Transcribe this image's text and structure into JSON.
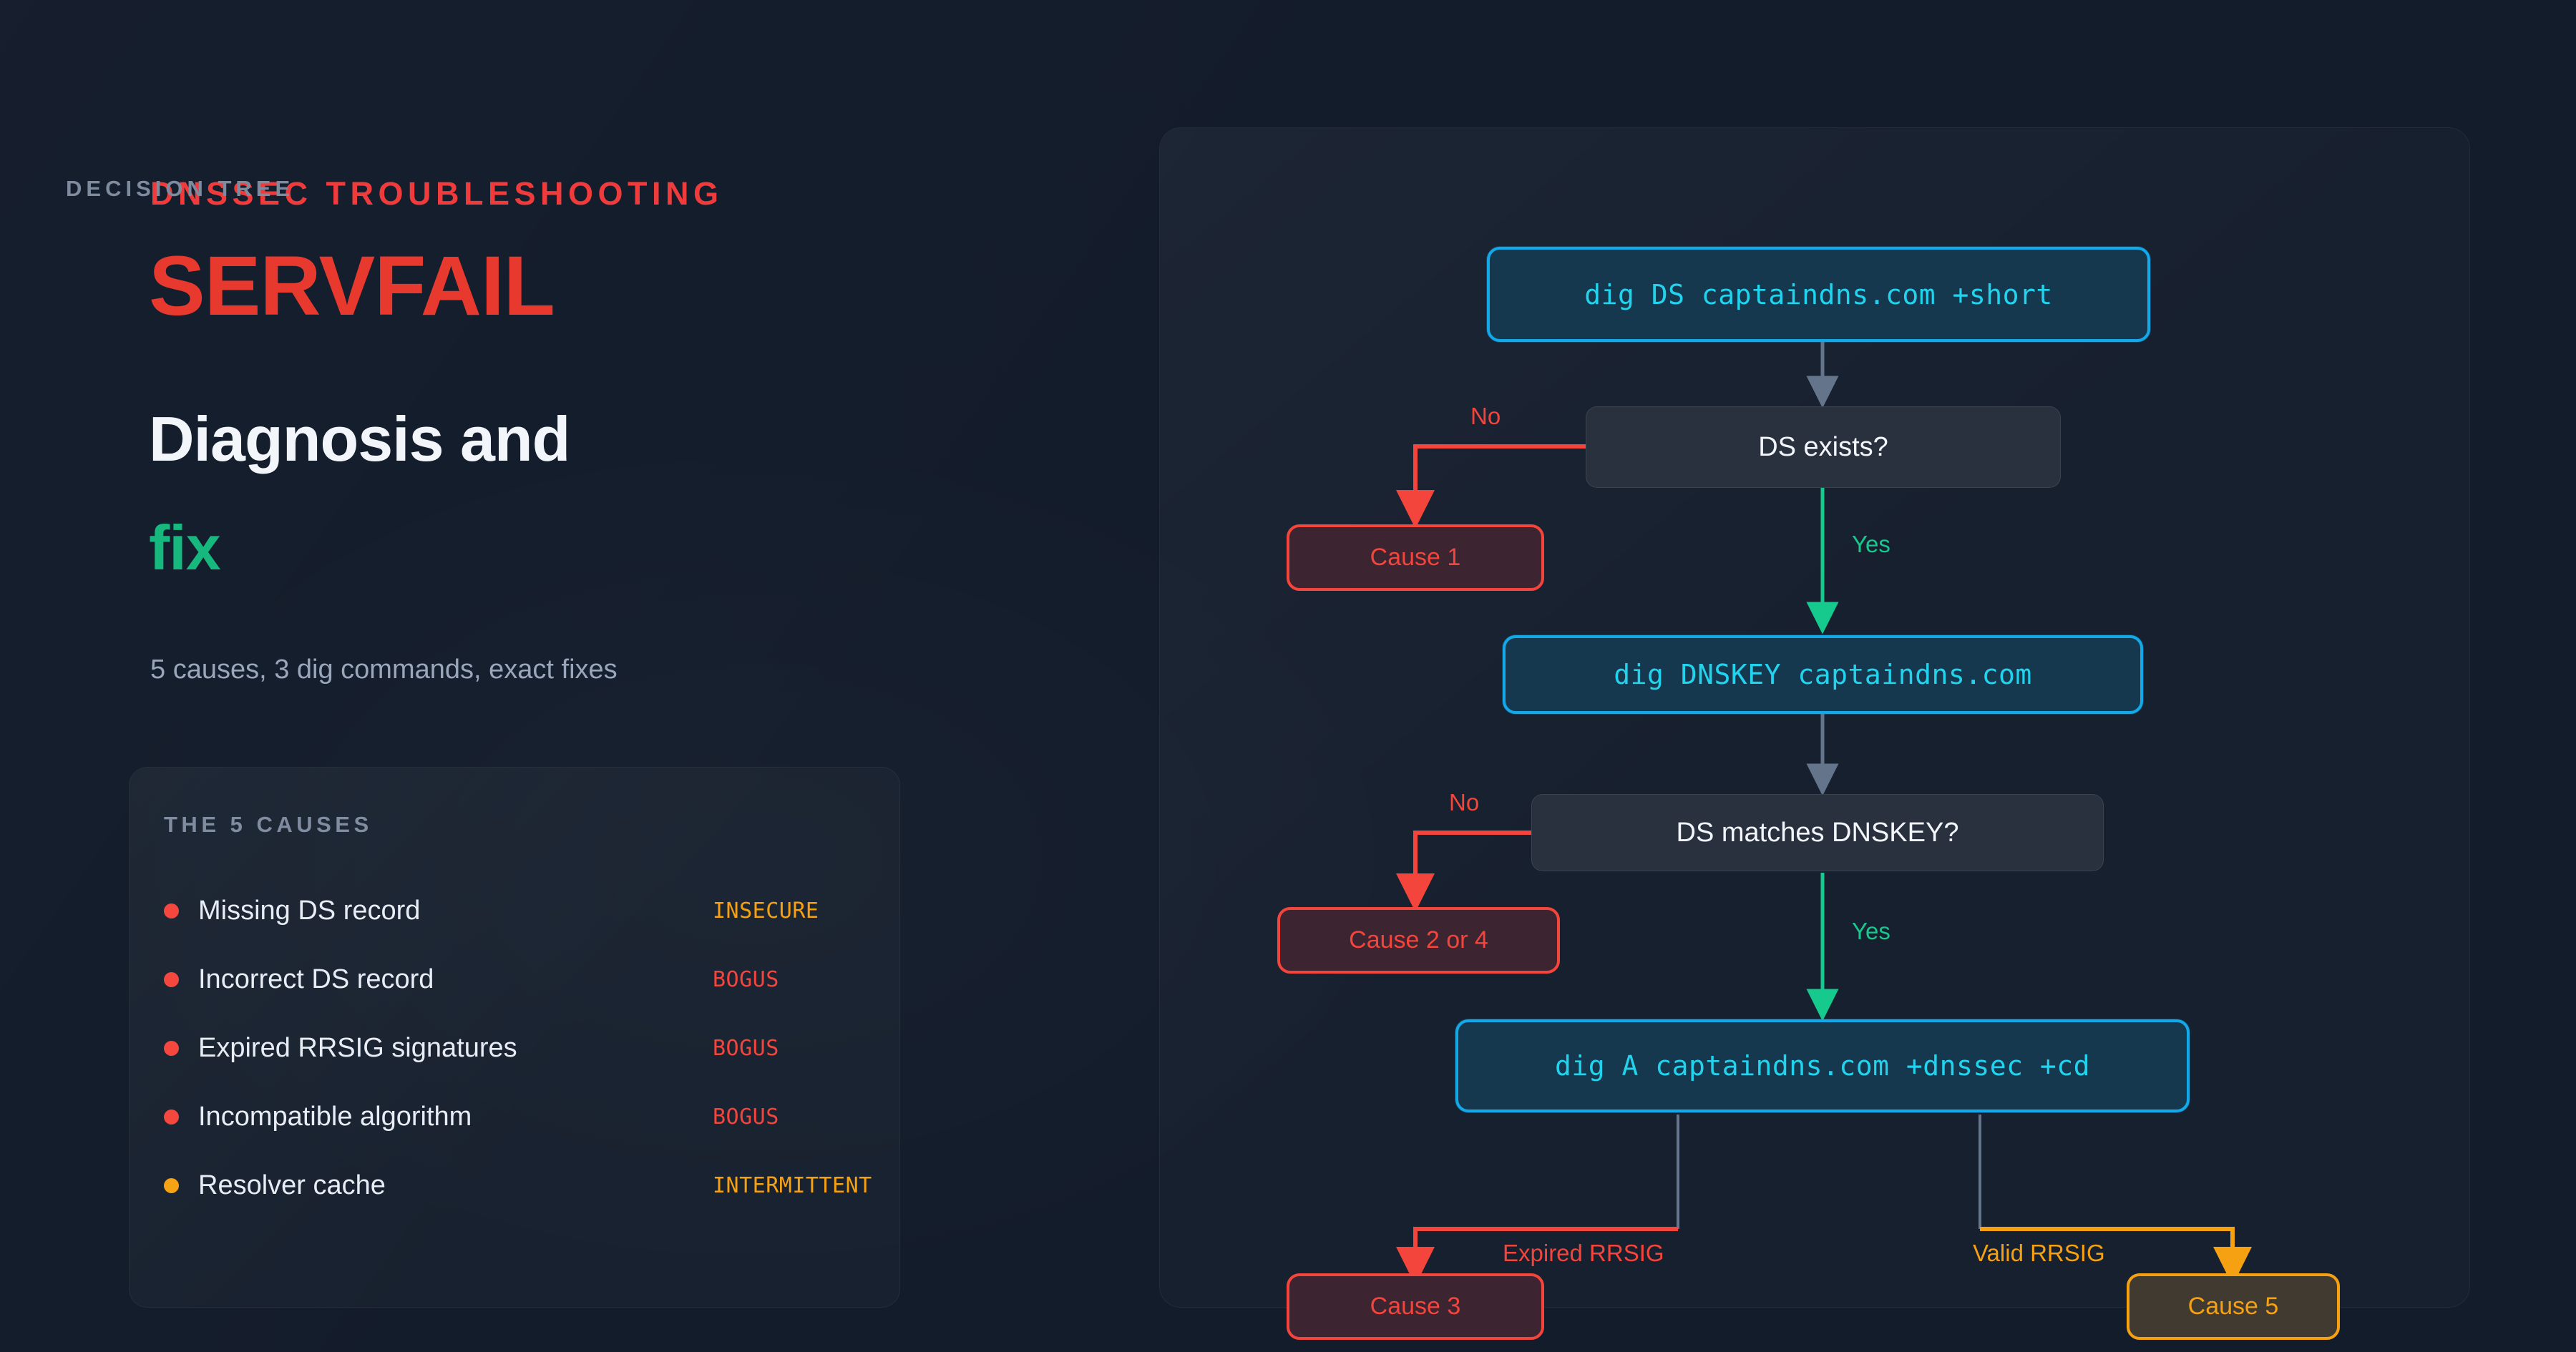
{
  "hero": {
    "eyebrow": "DNSSEC TROUBLESHOOTING",
    "headline_1": "SERVFAIL",
    "headline_2": "Diagnosis and",
    "headline_3": "fix",
    "subtitle": "5 causes, 3 dig commands, exact fixes"
  },
  "causes_panel": {
    "title": "THE 5 CAUSES",
    "items": [
      {
        "label": "Missing DS record",
        "status": "INSECURE",
        "dot_color": "#f4453c",
        "status_color": "#f5a112"
      },
      {
        "label": "Incorrect DS record",
        "status": "BOGUS",
        "dot_color": "#f4453c",
        "status_color": "#f4453c"
      },
      {
        "label": "Expired RRSIG signatures",
        "status": "BOGUS",
        "dot_color": "#f4453c",
        "status_color": "#f4453c"
      },
      {
        "label": "Incompatible algorithm",
        "status": "BOGUS",
        "dot_color": "#f4453c",
        "status_color": "#f4453c"
      },
      {
        "label": "Resolver cache",
        "status": "INTERMITTENT",
        "dot_color": "#f5a112",
        "status_color": "#f5a112"
      }
    ]
  },
  "decision_tree": {
    "title": "DECISION TREE",
    "nodes": {
      "cmd_ds": "dig DS captaindns.com +short",
      "q_ds_exists": "DS exists?",
      "cause_1": "Cause 1",
      "cmd_dnskey": "dig DNSKEY captaindns.com",
      "q_ds_matches": "DS matches DNSKEY?",
      "cause_2_or_4": "Cause 2 or 4",
      "cmd_a": "dig A captaindns.com +dnssec +cd",
      "cause_3": "Cause 3",
      "cause_5": "Cause 5"
    },
    "edge_labels": {
      "no_1": "No",
      "yes_1": "Yes",
      "no_2": "No",
      "yes_2": "Yes",
      "expired": "Expired RRSIG",
      "valid": "Valid RRSIG"
    }
  },
  "colors": {
    "background": "#131c2b",
    "red": "#f4453c",
    "brand_red": "#e8392f",
    "green": "#16c98d",
    "teal": "#16b87e",
    "cyan": "#22d3ee",
    "cyan_border": "#13a8e8",
    "amber": "#f5a112",
    "muted": "#7e8b9f",
    "text": "#f2f5fa",
    "arrow_gray": "#64748b"
  }
}
